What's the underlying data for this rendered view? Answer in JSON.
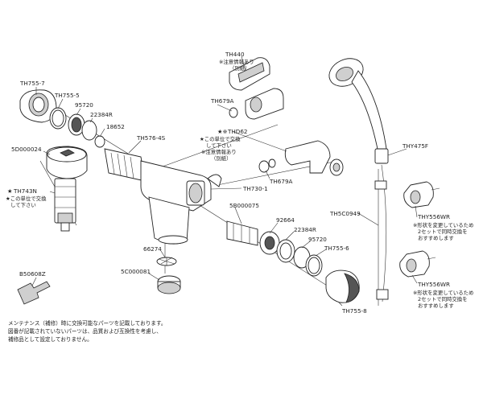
{
  "parts": {
    "th440": "TH440",
    "th755_7": "TH755-7",
    "th755_5": "TH755-5",
    "p95720_top": "95720",
    "p22384r_top": "22384R",
    "p18652": "18652",
    "th576_4s": "TH576-4S",
    "th679a_top": "TH679A",
    "thd62": "THD62",
    "th679a_bottom": "TH679A",
    "thy475f": "THY475F",
    "p5d000024": "5D000024",
    "th743n": "TH743N",
    "th730_1": "TH730-1",
    "th5c0949": "TH5C0949",
    "thy556wr_top": "THY556WR",
    "thy556wr_bottom": "THY556WR",
    "p5b000075": "5B000075",
    "p92664": "92664",
    "p22384r_bottom": "22384R",
    "p95720_bottom": "95720",
    "th755_6": "TH755-6",
    "th755_8": "TH755-8",
    "p66274": "66274",
    "p5c000081": "5C000081",
    "b50608z": "B50608Z"
  },
  "notes": {
    "th440_note1": "※注意情報あり",
    "th440_note2": "（別紙）",
    "thd62_prefix": "★※",
    "thd62_line1": "★この単位で交換",
    "thd62_line2": "して下さい",
    "thd62_line3": "※注意情報あり",
    "thd62_line4": "（別紙）",
    "th743n_prefix": "★",
    "th743n_line1": "★この単位で交換",
    "th743n_line2": "して下さい",
    "thy556_top_line1": "※形状を変更しているため",
    "thy556_top_line2": "2セットで同時交換を",
    "thy556_top_line3": "おすすめします",
    "thy556_bot_line1": "※形状を変更しているため",
    "thy556_bot_line2": "2セットで同時交換を",
    "thy556_bot_line3": "おすすめします"
  },
  "footnote": {
    "line1": "メンテナンス（補修）時に交換可能なパーツを記載しております。",
    "line2": "図番が記載されていないパーツは、品質および互換性を考慮し、",
    "line3": "補修品として設定しておりません。"
  },
  "icons": {
    "shower_head": "shower-head-icon",
    "handle": "handle-icon",
    "key": "key-icon"
  }
}
